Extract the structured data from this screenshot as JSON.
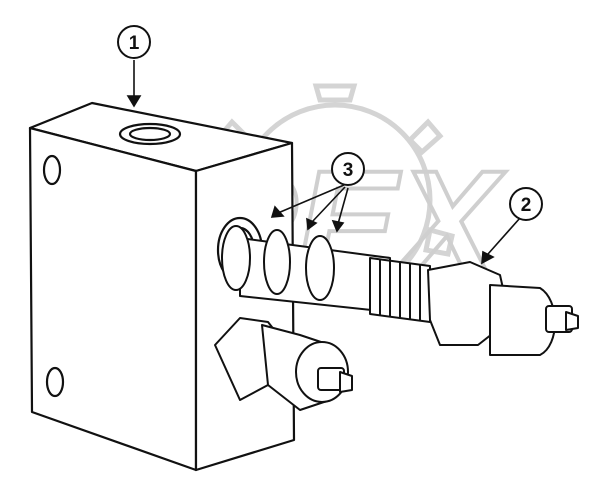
{
  "callouts": [
    {
      "id": "1",
      "label": "1"
    },
    {
      "id": "2",
      "label": "2"
    },
    {
      "id": "3",
      "label": "3"
    }
  ],
  "watermark": {
    "text": "OPEX"
  },
  "colors": {
    "ink": "#111111",
    "watermark": "#cfcfcf",
    "paper": "#ffffff"
  }
}
